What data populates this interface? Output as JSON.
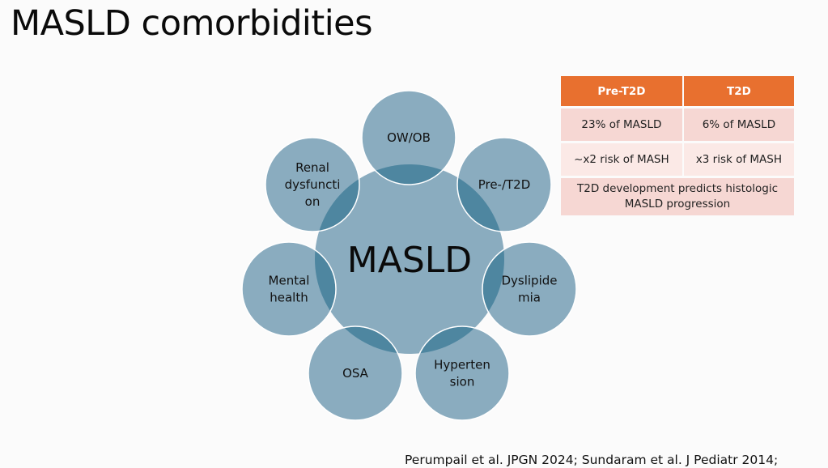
{
  "slide": {
    "title": "MASLD comorbidities",
    "citation": "Perumpail et al. JPGN 2024; Sundaram et al. J Pediatr 2014;"
  },
  "diagram": {
    "center_label": "MASLD",
    "fill_color": "#8aacbf",
    "overlap_color": "#4e86a0",
    "satellites": [
      {
        "lines": [
          "OW/OB"
        ]
      },
      {
        "lines": [
          "Pre-/T2D"
        ]
      },
      {
        "lines": [
          "Dyslipide",
          "mia"
        ]
      },
      {
        "lines": [
          "Hyperten",
          "sion"
        ]
      },
      {
        "lines": [
          "OSA"
        ]
      },
      {
        "lines": [
          "Mental",
          "health"
        ]
      },
      {
        "lines": [
          "Renal",
          "dysfuncti",
          "on"
        ]
      }
    ]
  },
  "table": {
    "header_color": "#e8702f",
    "headers": [
      "Pre-T2D",
      "T2D"
    ],
    "rows": [
      [
        "23% of MASLD",
        "6% of MASLD"
      ],
      [
        "~x2 risk of MASH",
        "x3 risk of MASH"
      ]
    ],
    "merged_row": [
      "T2D development predicts histologic",
      "MASLD progression"
    ]
  }
}
